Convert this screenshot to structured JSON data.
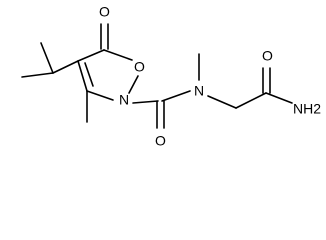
{
  "molecule": {
    "atoms": {
      "ring_carbonyl_oxygen": "O",
      "ring_oxygen": "O",
      "ring_nitrogen": "N",
      "amide_nitrogen": "N",
      "urea_carbonyl_oxygen": "O",
      "terminal_carbonyl_oxygen": "O",
      "amide_nh2": "NH2"
    }
  }
}
